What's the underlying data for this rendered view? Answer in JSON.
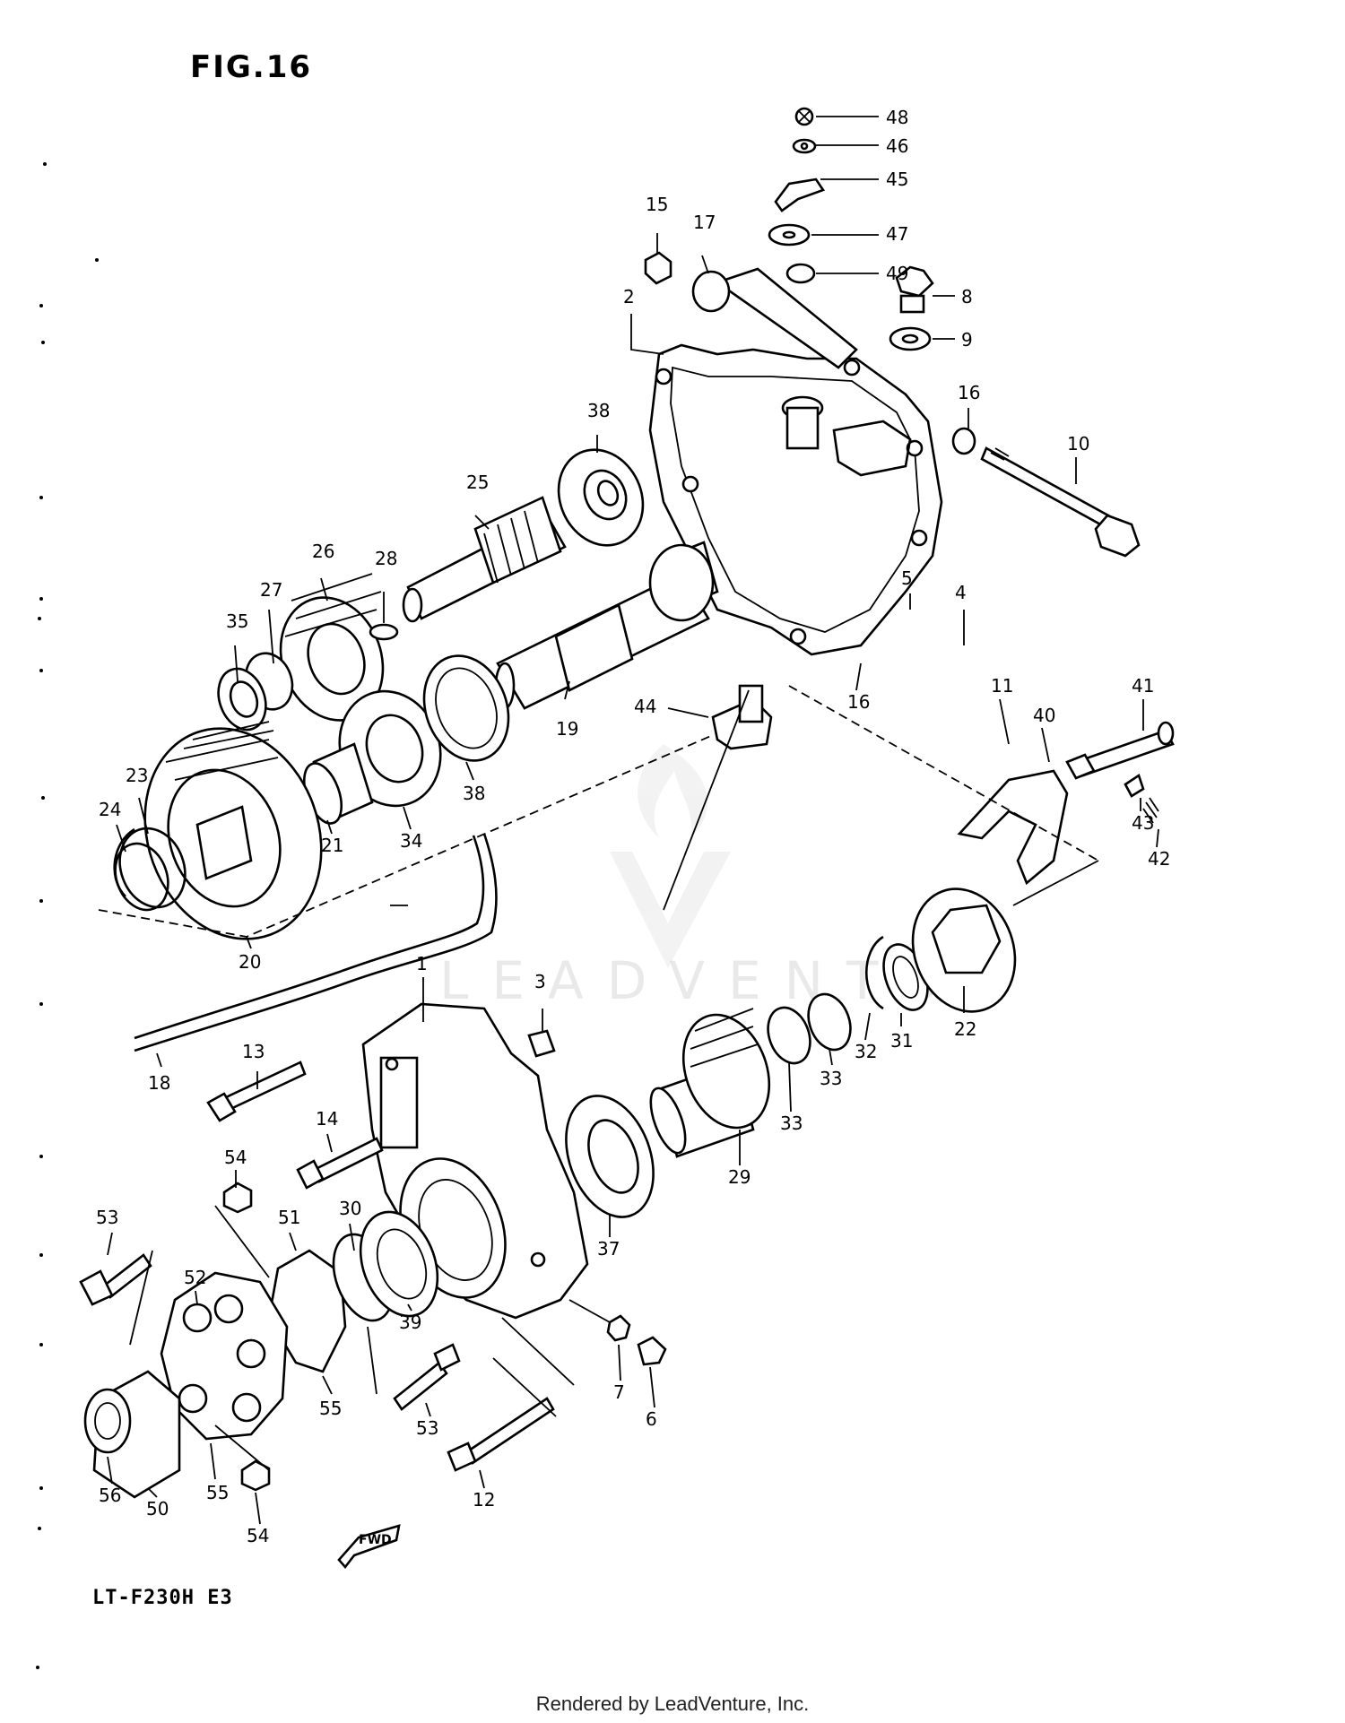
{
  "figure_title": "FIG.16",
  "model_code": "LT-F230H  E3",
  "footer": "Rendered by LeadVenture, Inc.",
  "watermark": "LEADVENTUR",
  "fwd_label": "FWD",
  "part_labels": [
    "48",
    "46",
    "45",
    "47",
    "49",
    "8",
    "9",
    "15",
    "17",
    "2",
    "16",
    "10",
    "38",
    "25",
    "26",
    "28",
    "27",
    "35",
    "5",
    "4",
    "16",
    "11",
    "19",
    "44",
    "41",
    "40",
    "43",
    "42",
    "23",
    "24",
    "21",
    "34",
    "38",
    "20",
    "1",
    "3",
    "22",
    "31",
    "32",
    "33",
    "33",
    "13",
    "18",
    "14",
    "29",
    "54",
    "37",
    "51",
    "30",
    "52",
    "53",
    "39",
    "7",
    "6",
    "53",
    "55",
    "56",
    "50",
    "55",
    "12",
    "54"
  ]
}
